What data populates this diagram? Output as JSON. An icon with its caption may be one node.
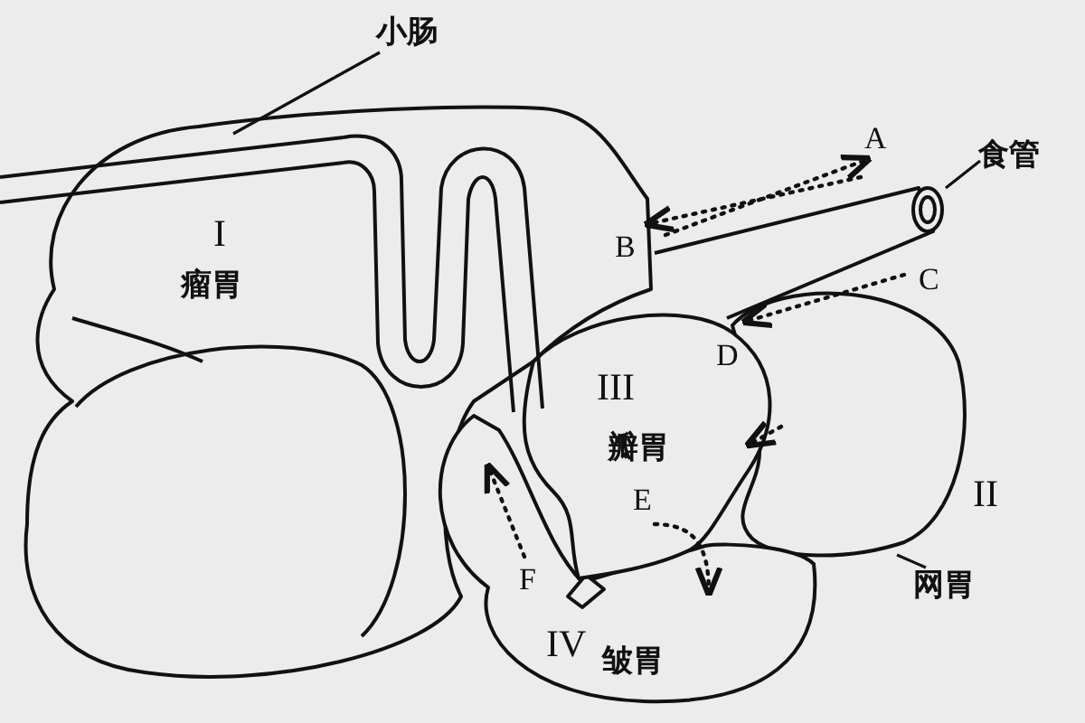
{
  "diagram": {
    "nodes": [
      {
        "text": [
          "小肠"
        ]
      },
      {
        "text": [],
        "shape": "picture"
      },
      {
        "text": [
          "食管"
        ]
      },
      {
        "text": [],
        "shape": "picture"
      },
      {
        "text": [
          "I",
          "瘤胃"
        ]
      },
      {
        "text": [],
        "shape": "picture",
        "beside": [
          "II"
        ]
      },
      {
        "text": [
          "III",
          "瓣胃"
        ]
      },
      {
        "text": [
          "IV",
          "皱胃"
        ]
      },
      {
        "text": [
          "网胃"
        ]
      }
    ],
    "edges": [
      {
        "from": 0,
        "to": 1,
        "arrow": "none"
      },
      {
        "from": 2,
        "to": 3,
        "arrow": "none"
      },
      {
        "from": 8,
        "to": 5,
        "arrow": "none"
      },
      {
        "from": 6,
        "to": 7,
        "arrow": "to",
        "style": "dashed"
      }
    ],
    "labels": [
      "A",
      "B",
      "C",
      "D",
      "E",
      "F"
    ]
  }
}
